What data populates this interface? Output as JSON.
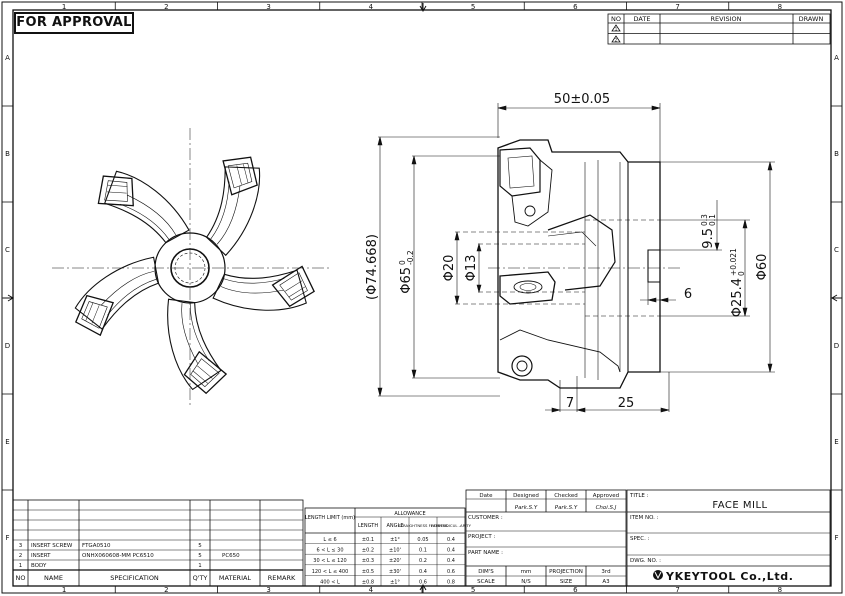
{
  "stamp": "FOR APPROVAL",
  "border": {
    "columns": [
      "1",
      "2",
      "3",
      "4",
      "5",
      "6",
      "7",
      "8"
    ],
    "rows": [
      "A",
      "B",
      "C",
      "D",
      "E",
      "F"
    ]
  },
  "revision_table": {
    "headers": [
      "NO",
      "DATE",
      "REVISION",
      "DRAWN"
    ],
    "marks": [
      "1",
      "2"
    ]
  },
  "dimensions": {
    "length": "50±0.05",
    "dia_ref": "(Φ74.668)",
    "dia_65": "Φ65",
    "dia_65_tol_up": "0",
    "dia_65_tol_lo": "-0.2",
    "dia_20": "Φ20",
    "dia_13": "Φ13",
    "keyway": "9.5",
    "keyway_tol_up": "0.3",
    "keyway_tol_lo": "0.1",
    "bore": "Φ25.4",
    "bore_tol_up": "+0.021",
    "bore_tol_lo": "0",
    "dia_60": "Φ60",
    "depth_6": "6",
    "dim_7": "7",
    "dim_25": "25"
  },
  "bom": {
    "headers": [
      "NO",
      "NAME",
      "SPECIFICATION",
      "Q'TY",
      "MATERIAL",
      "REMARK"
    ],
    "rows": [
      {
        "no": "3",
        "name": "INSERT SCREW",
        "spec": "FTGA0510",
        "qty": "5",
        "material": ""
      },
      {
        "no": "2",
        "name": "INSERT",
        "spec": "ONHX060608-MM PC6510",
        "qty": "5",
        "material": "PC650"
      },
      {
        "no": "1",
        "name": "BODY",
        "spec": "",
        "qty": "1",
        "material": ""
      }
    ]
  },
  "tolerance": {
    "col_length": "LENGTH LIMIT (mm)",
    "col_allowance": "ALLOWANCE",
    "sub": [
      "LENGTH",
      "ANGLE",
      "STRAIGHTNESS FLATNESS",
      "PERPENDICUL -ARITY"
    ],
    "rows": [
      [
        "L ≤ 6",
        "±0.1",
        "±1°",
        "0.05",
        "0.4"
      ],
      [
        "6 < L ≤ 30",
        "±0.2",
        "±10'",
        "0.1",
        "0.4"
      ],
      [
        "30 < L ≤ 120",
        "±0.3",
        "±20'",
        "0.2",
        "0.4"
      ],
      [
        "120 < L ≤ 400",
        "±0.5",
        "±30'",
        "0.4",
        "0.6"
      ],
      [
        "400 < L",
        "±0.8",
        "±1°",
        "0.6",
        "0.8"
      ]
    ]
  },
  "approval": {
    "headers": [
      "Date",
      "Designed",
      "Checked",
      "Approved"
    ],
    "names": [
      "Park.S.Y",
      "Park.S.Y",
      "Choi.S.J"
    ],
    "customer": "CUSTOMER :",
    "project": "PROJECT :",
    "part_name": "PART NAME :",
    "bottom": [
      "DIM'S",
      "mm",
      "PROJECTION",
      "3rd"
    ],
    "bottom2": [
      "SCALE",
      "N/S",
      "SIZE",
      "A3"
    ]
  },
  "title_block": {
    "title_label": "TITLE :",
    "title": "FACE MILL",
    "item_no": "ITEM NO. :",
    "spec": "SPEC. :",
    "dwg_no": "DWG. NO. :",
    "company": "YKEYTOOL  Co.,Ltd."
  }
}
